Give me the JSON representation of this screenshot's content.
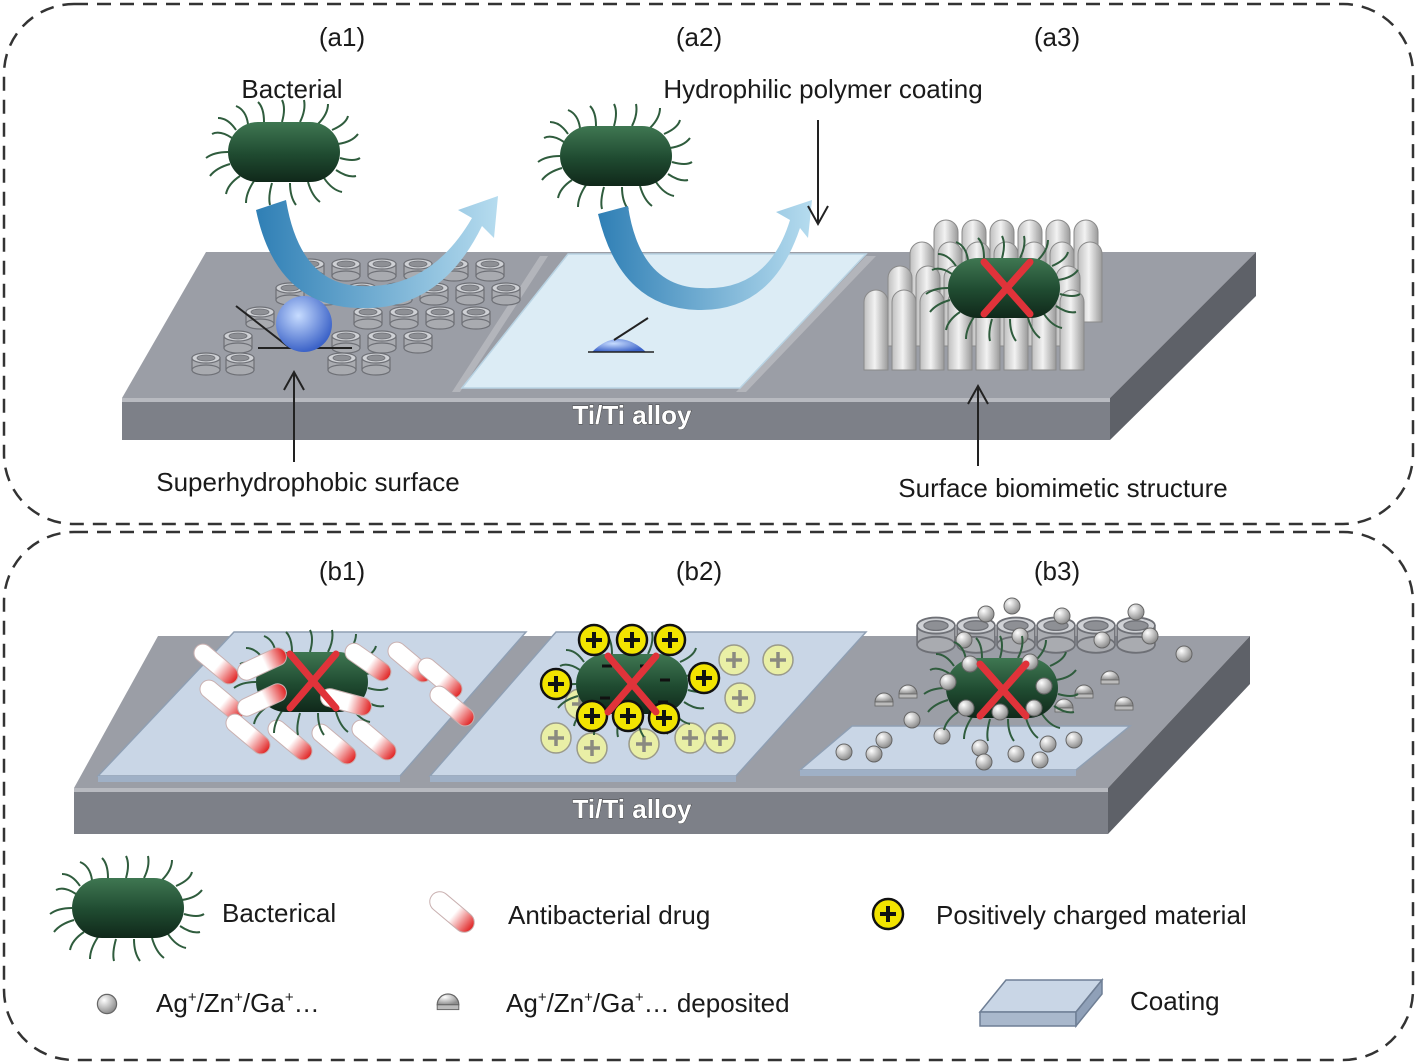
{
  "panels": {
    "a1": "(a1)",
    "a2": "(a2)",
    "a3": "(a3)",
    "b1": "(b1)",
    "b2": "(b2)",
    "b3": "(b3)"
  },
  "top": {
    "bacterial_label": "Bacterial",
    "hydrophilic_label": "Hydrophilic polymer coating",
    "superhydrophobic_label": "Superhydrophobic surface",
    "biomimetic_label": "Surface biomimetic structure",
    "substrate_label": "Ti/Ti alloy"
  },
  "bottom": {
    "substrate_label": "Ti/Ti alloy"
  },
  "legend": {
    "bacterical": "Bacterical",
    "antibacterial_drug": "Antibacterial drug",
    "positive_material": "Positively charged material",
    "ions_prefix_ag": "Ag",
    "ions_prefix_zn": "/Zn",
    "ions_prefix_ga": "/Ga",
    "ions_suffix": "…",
    "ions_sup": "+",
    "deposited_suffix": "… deposited",
    "coating": "Coating"
  },
  "colors": {
    "bacteria": "#1f4a30",
    "slab_top": "#9b9ea6",
    "slab_front": "#7d8088",
    "coating": "#c9d6e6",
    "hydrophilic": "#dcecf5",
    "arrow_dark": "#3d8fc0",
    "arrow_light": "#a8d4ec",
    "cross": "#e0333a",
    "plus_fill": "#f2e400",
    "plus_faint": "#e6ee9a",
    "drug_red": "#e02020"
  },
  "icons": [
    "bacteria-icon",
    "antibacterial-drug-icon",
    "positive-charge-icon",
    "ion-sphere-icon",
    "deposited-ion-icon",
    "coating-slab-icon",
    "cross-icon"
  ]
}
